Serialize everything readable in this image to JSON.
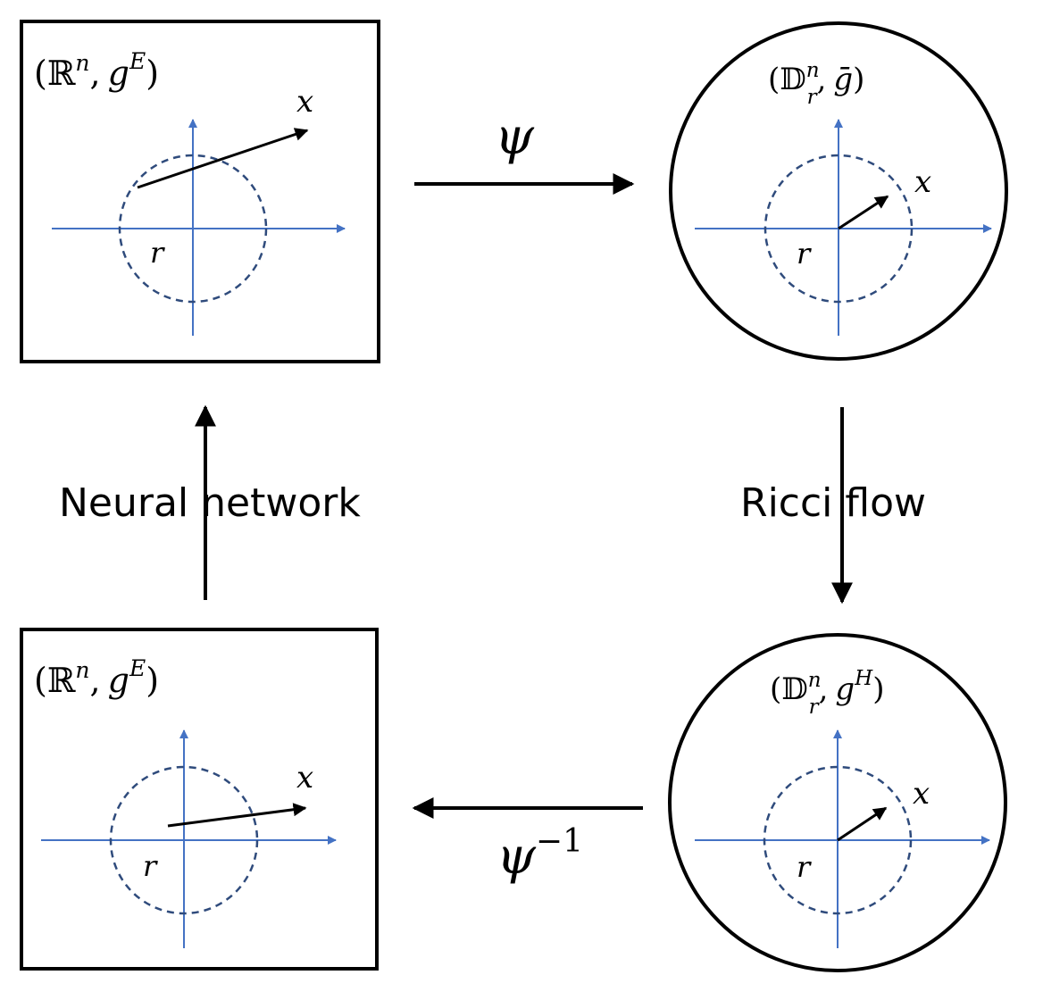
{
  "colors": {
    "axis": "#4472C4",
    "circle": "#2F4B7C",
    "ink": "#000000",
    "background": "#FFFFFF"
  },
  "panels": {
    "top_left": {
      "space_symbol": "ℝ",
      "space_sup": "n",
      "metric_symbol": "g",
      "metric_sup": "E",
      "vector_label": "x",
      "radius_label": "r"
    },
    "top_right": {
      "space_symbol": "𝔻",
      "space_sup": "n",
      "space_sub": "r",
      "metric_symbol": "ḡ",
      "vector_label": "x",
      "radius_label": "r"
    },
    "bottom_left": {
      "space_symbol": "ℝ",
      "space_sup": "n",
      "metric_symbol": "g",
      "metric_sup": "E",
      "vector_label": "x",
      "radius_label": "r"
    },
    "bottom_right": {
      "space_symbol": "𝔻",
      "space_sup": "n",
      "space_sub": "r",
      "metric_symbol": "g",
      "metric_sup": "H",
      "vector_label": "x",
      "radius_label": "r"
    }
  },
  "maps": {
    "psi": {
      "symbol": "ψ"
    },
    "psi_inverse": {
      "symbol": "ψ",
      "sup": "−1"
    },
    "neural_network": {
      "label": "Neural network"
    },
    "ricci_flow": {
      "label": "Ricci flow"
    }
  },
  "punct": {
    "open": "(",
    "comma": ",",
    "close": ")"
  }
}
